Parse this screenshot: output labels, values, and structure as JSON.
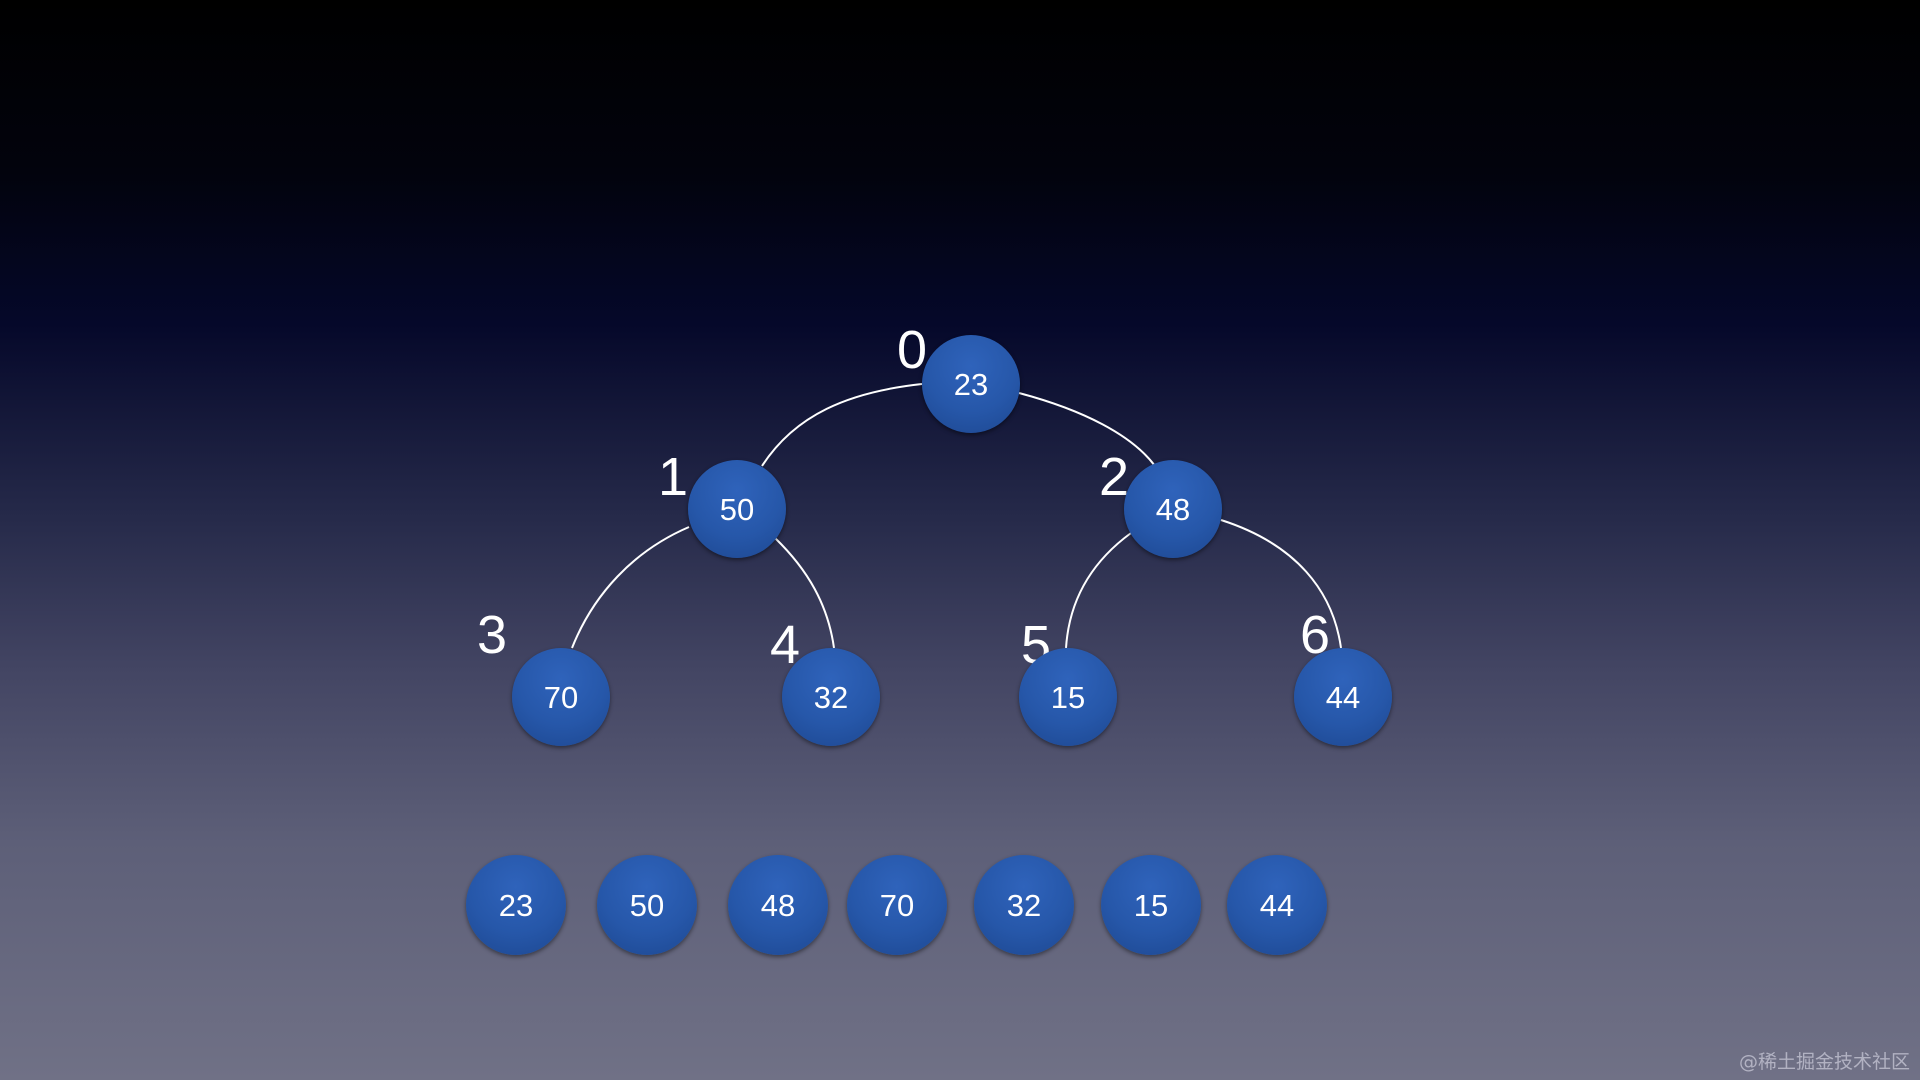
{
  "tree": {
    "nodes": [
      {
        "index": "0",
        "value": "23"
      },
      {
        "index": "1",
        "value": "50"
      },
      {
        "index": "2",
        "value": "48"
      },
      {
        "index": "3",
        "value": "70"
      },
      {
        "index": "4",
        "value": "32"
      },
      {
        "index": "5",
        "value": "15"
      },
      {
        "index": "6",
        "value": "44"
      }
    ],
    "edges": [
      {
        "from": "0",
        "to": "1"
      },
      {
        "from": "0",
        "to": "2"
      },
      {
        "from": "1",
        "to": "3"
      },
      {
        "from": "1",
        "to": "4"
      },
      {
        "from": "2",
        "to": "5"
      },
      {
        "from": "2",
        "to": "6"
      }
    ]
  },
  "array": {
    "values": [
      "23",
      "50",
      "48",
      "70",
      "32",
      "15",
      "44"
    ]
  },
  "colors": {
    "node_fill": "#2657a9",
    "edge": "#ffffff",
    "text": "#ffffff"
  },
  "watermark": "@稀土掘金技术社区"
}
